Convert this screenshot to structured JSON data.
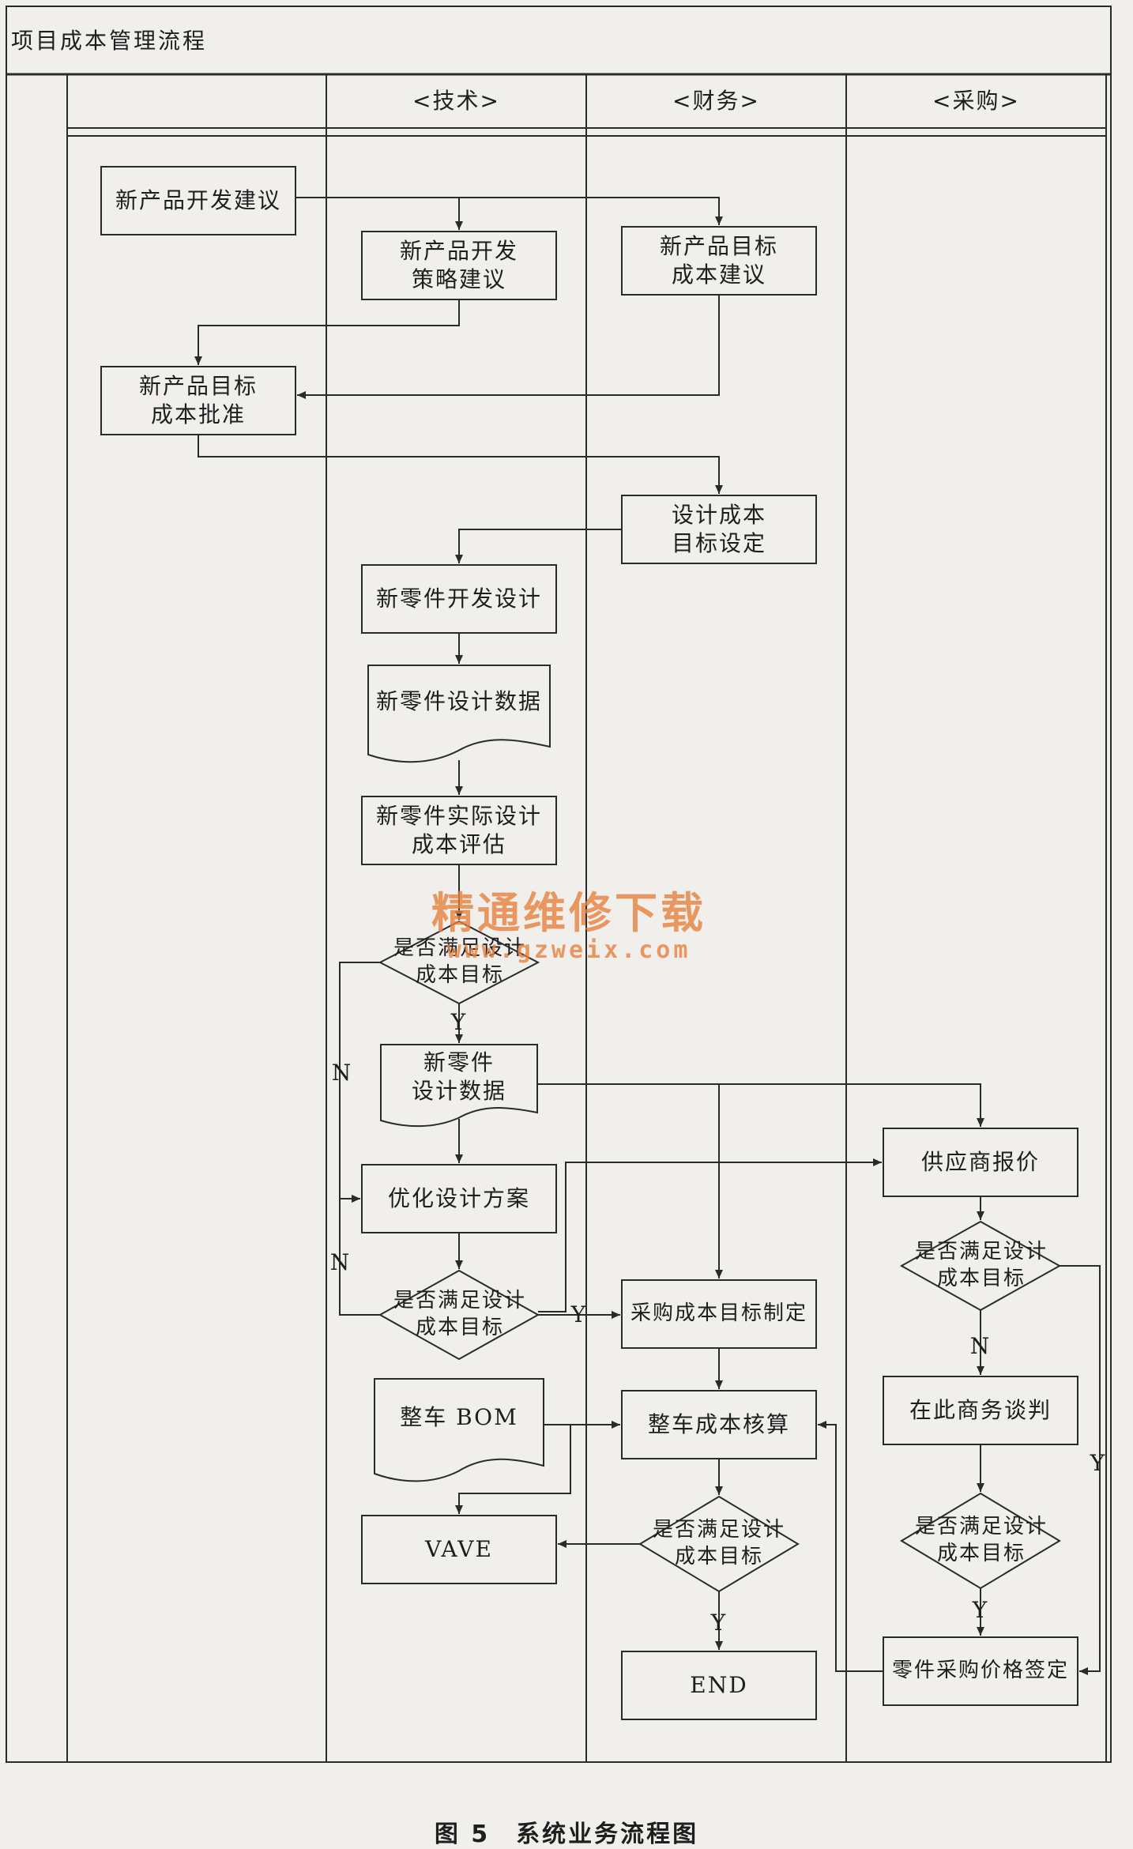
{
  "header": {
    "title": "项目成本管理流程"
  },
  "lanes": [
    "<技术>",
    "<财务>",
    "<采购>"
  ],
  "nodes": {
    "n1": "新产品开发建议",
    "n2": "新产品开发\n策略建议",
    "n3": "新产品目标\n成本建议",
    "n4": "新产品目标\n成本批准",
    "n5": "设计成本\n目标设定",
    "n6": "新零件开发设计",
    "n7": "新零件设计数据",
    "n8": "新零件实际设计\n成本评估",
    "d1": "是否满足设计\n成本目标",
    "n9": "新零件\n设计数据",
    "n10": "优化设计方案",
    "d2": "是否满足设计\n成本目标",
    "n11": "供应商报价",
    "d3": "是否满足设计\n成本目标",
    "n12": "采购成本目标制定",
    "n13": "在此商务谈判",
    "n14": "整车 BOM",
    "n15": "整车成本核算",
    "d4": "是否满足设计\n成本目标",
    "n16": "VAVE",
    "n17": "END",
    "n18": "零件采购价格签定"
  },
  "edge_labels": {
    "d1_yes": "Y",
    "d1_no": "N",
    "d2_yes": "Y",
    "d2_no": "N",
    "d3_yes": "Y",
    "d3_no": "N",
    "d4_yes": "Y",
    "d5_yes": "Y"
  },
  "watermark": {
    "line1": "精通维修下载",
    "line2": "www.gzweix.com"
  },
  "caption": "图 5　系统业务流程图",
  "colors": {
    "line": "#2a2a2a",
    "paper": "#f1efec",
    "watermark": "#e7823f"
  }
}
